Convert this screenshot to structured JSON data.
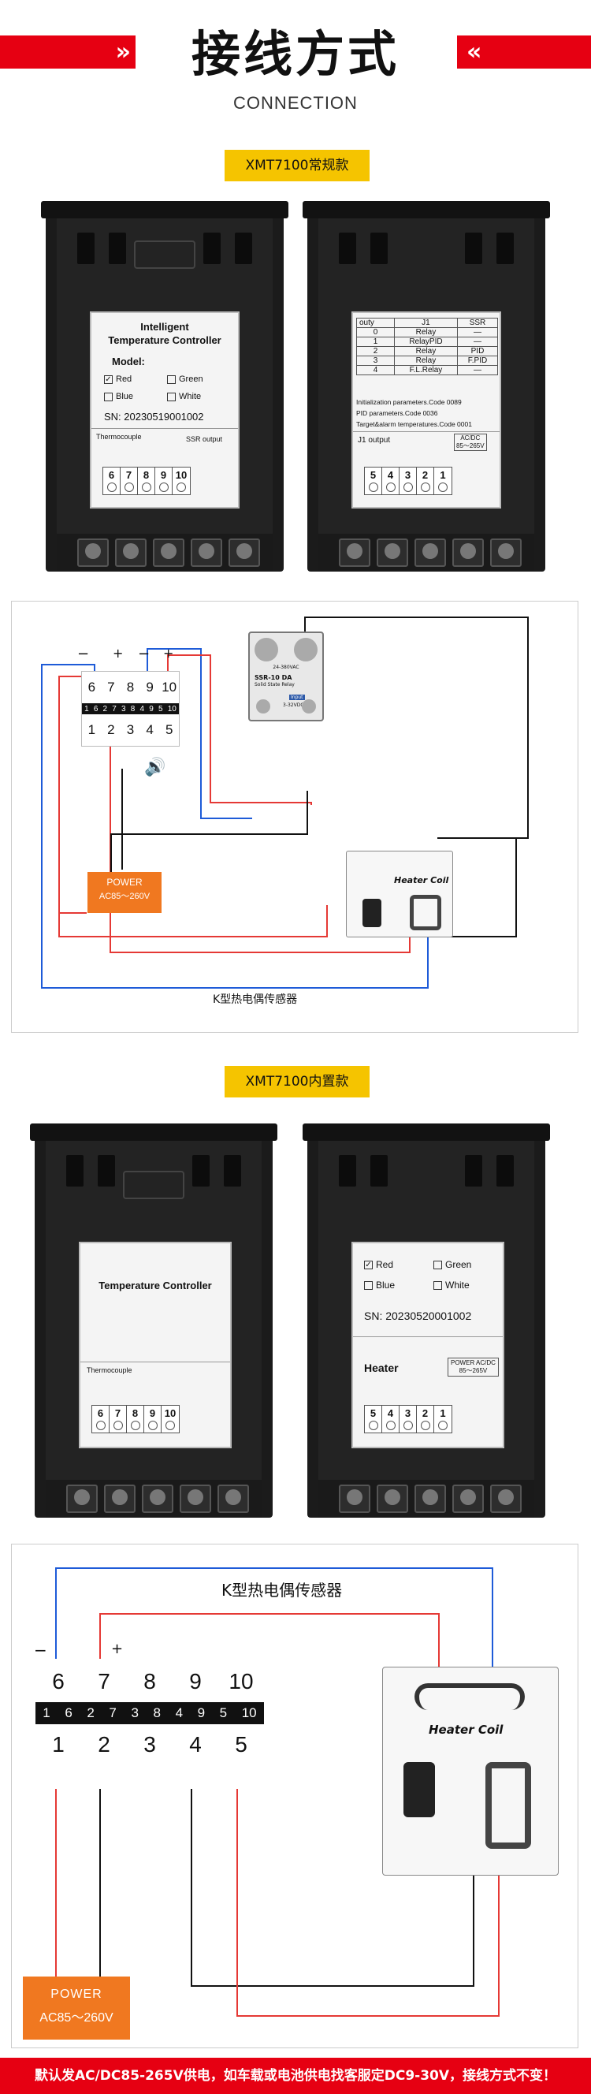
{
  "header": {
    "title": "接线方式",
    "subtitle": "CONNECTION",
    "left_chevrons": "»",
    "right_chevrons": "«"
  },
  "section1": {
    "label": "XMT7100常规款",
    "front_card": {
      "title_line1": "Intelligent",
      "title_line2": "Temperature Controller",
      "model_label": "Model:",
      "options": [
        {
          "label": "Red",
          "checked": true
        },
        {
          "label": "Green",
          "checked": false
        },
        {
          "label": "Blue",
          "checked": false
        },
        {
          "label": "White",
          "checked": false
        }
      ],
      "sn": "SN: 20230519001002",
      "thermocouple": "Thermocouple",
      "ssr_output": "SSR output",
      "terminals": [
        "6",
        "7",
        "8",
        "9",
        "10"
      ]
    },
    "back_card": {
      "headers": [
        "outy",
        "J1",
        "SSR"
      ],
      "rows": [
        [
          "0",
          "Relay",
          "—"
        ],
        [
          "1",
          "RelayPID",
          "—"
        ],
        [
          "2",
          "Relay",
          "PID"
        ],
        [
          "3",
          "Relay",
          "F.PID"
        ],
        [
          "4",
          "F.L.Relay",
          "—"
        ]
      ],
      "notes": [
        "Initialization parameters.Code 0089",
        "PID parameters.Code 0036",
        "Target&alarm temperatures.Code 0001"
      ],
      "j1_output": "J1 output",
      "power_label": "AC/DC",
      "power_range": "85～265V",
      "terminals": [
        "5",
        "4",
        "3",
        "2",
        "1"
      ]
    },
    "diagram": {
      "top_numbers": [
        "6",
        "7",
        "8",
        "9",
        "10"
      ],
      "bottom_numbers": [
        "1",
        "2",
        "3",
        "4",
        "5"
      ],
      "mid_labels": [
        "1",
        "6",
        "2",
        "7",
        "3",
        "8",
        "4",
        "9",
        "5",
        "10"
      ],
      "minus": "−",
      "plus": "+",
      "power_title": "POWER",
      "power_range": "AC85～260V",
      "ssr_model": "SSR-10 DA",
      "ssr_sub1": "Solid State Relay",
      "ssr_sub2": "24-380VAC",
      "ssr_input": "Input",
      "ssr_dc": "3-32VDC",
      "heater": "Heater Coil",
      "sensor": "K型热电偶传感器"
    }
  },
  "section2": {
    "label": "XMT7100内置款",
    "front_card": {
      "title": "Temperature Controller",
      "thermocouple": "Thermocouple",
      "terminals": [
        "6",
        "7",
        "8",
        "9",
        "10"
      ]
    },
    "back_card": {
      "options": [
        {
          "label": "Red",
          "checked": true
        },
        {
          "label": "Green",
          "checked": false
        },
        {
          "label": "Blue",
          "checked": false
        },
        {
          "label": "White",
          "checked": false
        }
      ],
      "sn": "SN: 20230520001002",
      "heater": "Heater",
      "power_label": "POWER AC/DC",
      "power_range": "85～265V",
      "terminals": [
        "5",
        "4",
        "3",
        "2",
        "1"
      ]
    },
    "diagram": {
      "sensor": "K型热电偶传感器",
      "top_numbers": [
        "6",
        "7",
        "8",
        "9",
        "10"
      ],
      "bottom_numbers": [
        "1",
        "2",
        "3",
        "4",
        "5"
      ],
      "mid_labels": [
        "1",
        "6",
        "2",
        "7",
        "3",
        "8",
        "4",
        "9",
        "5",
        "10"
      ],
      "minus": "−",
      "plus": "+",
      "power_title": "POWER",
      "power_range": "AC85～260V",
      "heater": "Heater Coil"
    }
  },
  "footer": {
    "text": "默认发AC/DC85-265V供电，如车载或电池供电找客服定DC9-30V，接线方式不变！"
  },
  "colors": {
    "accent_red": "#e60012",
    "label_yellow": "#f5c400",
    "power_orange": "#f07820",
    "wire_red": "#e53935",
    "wire_blue": "#1e5bd8",
    "wire_black": "#111111"
  }
}
